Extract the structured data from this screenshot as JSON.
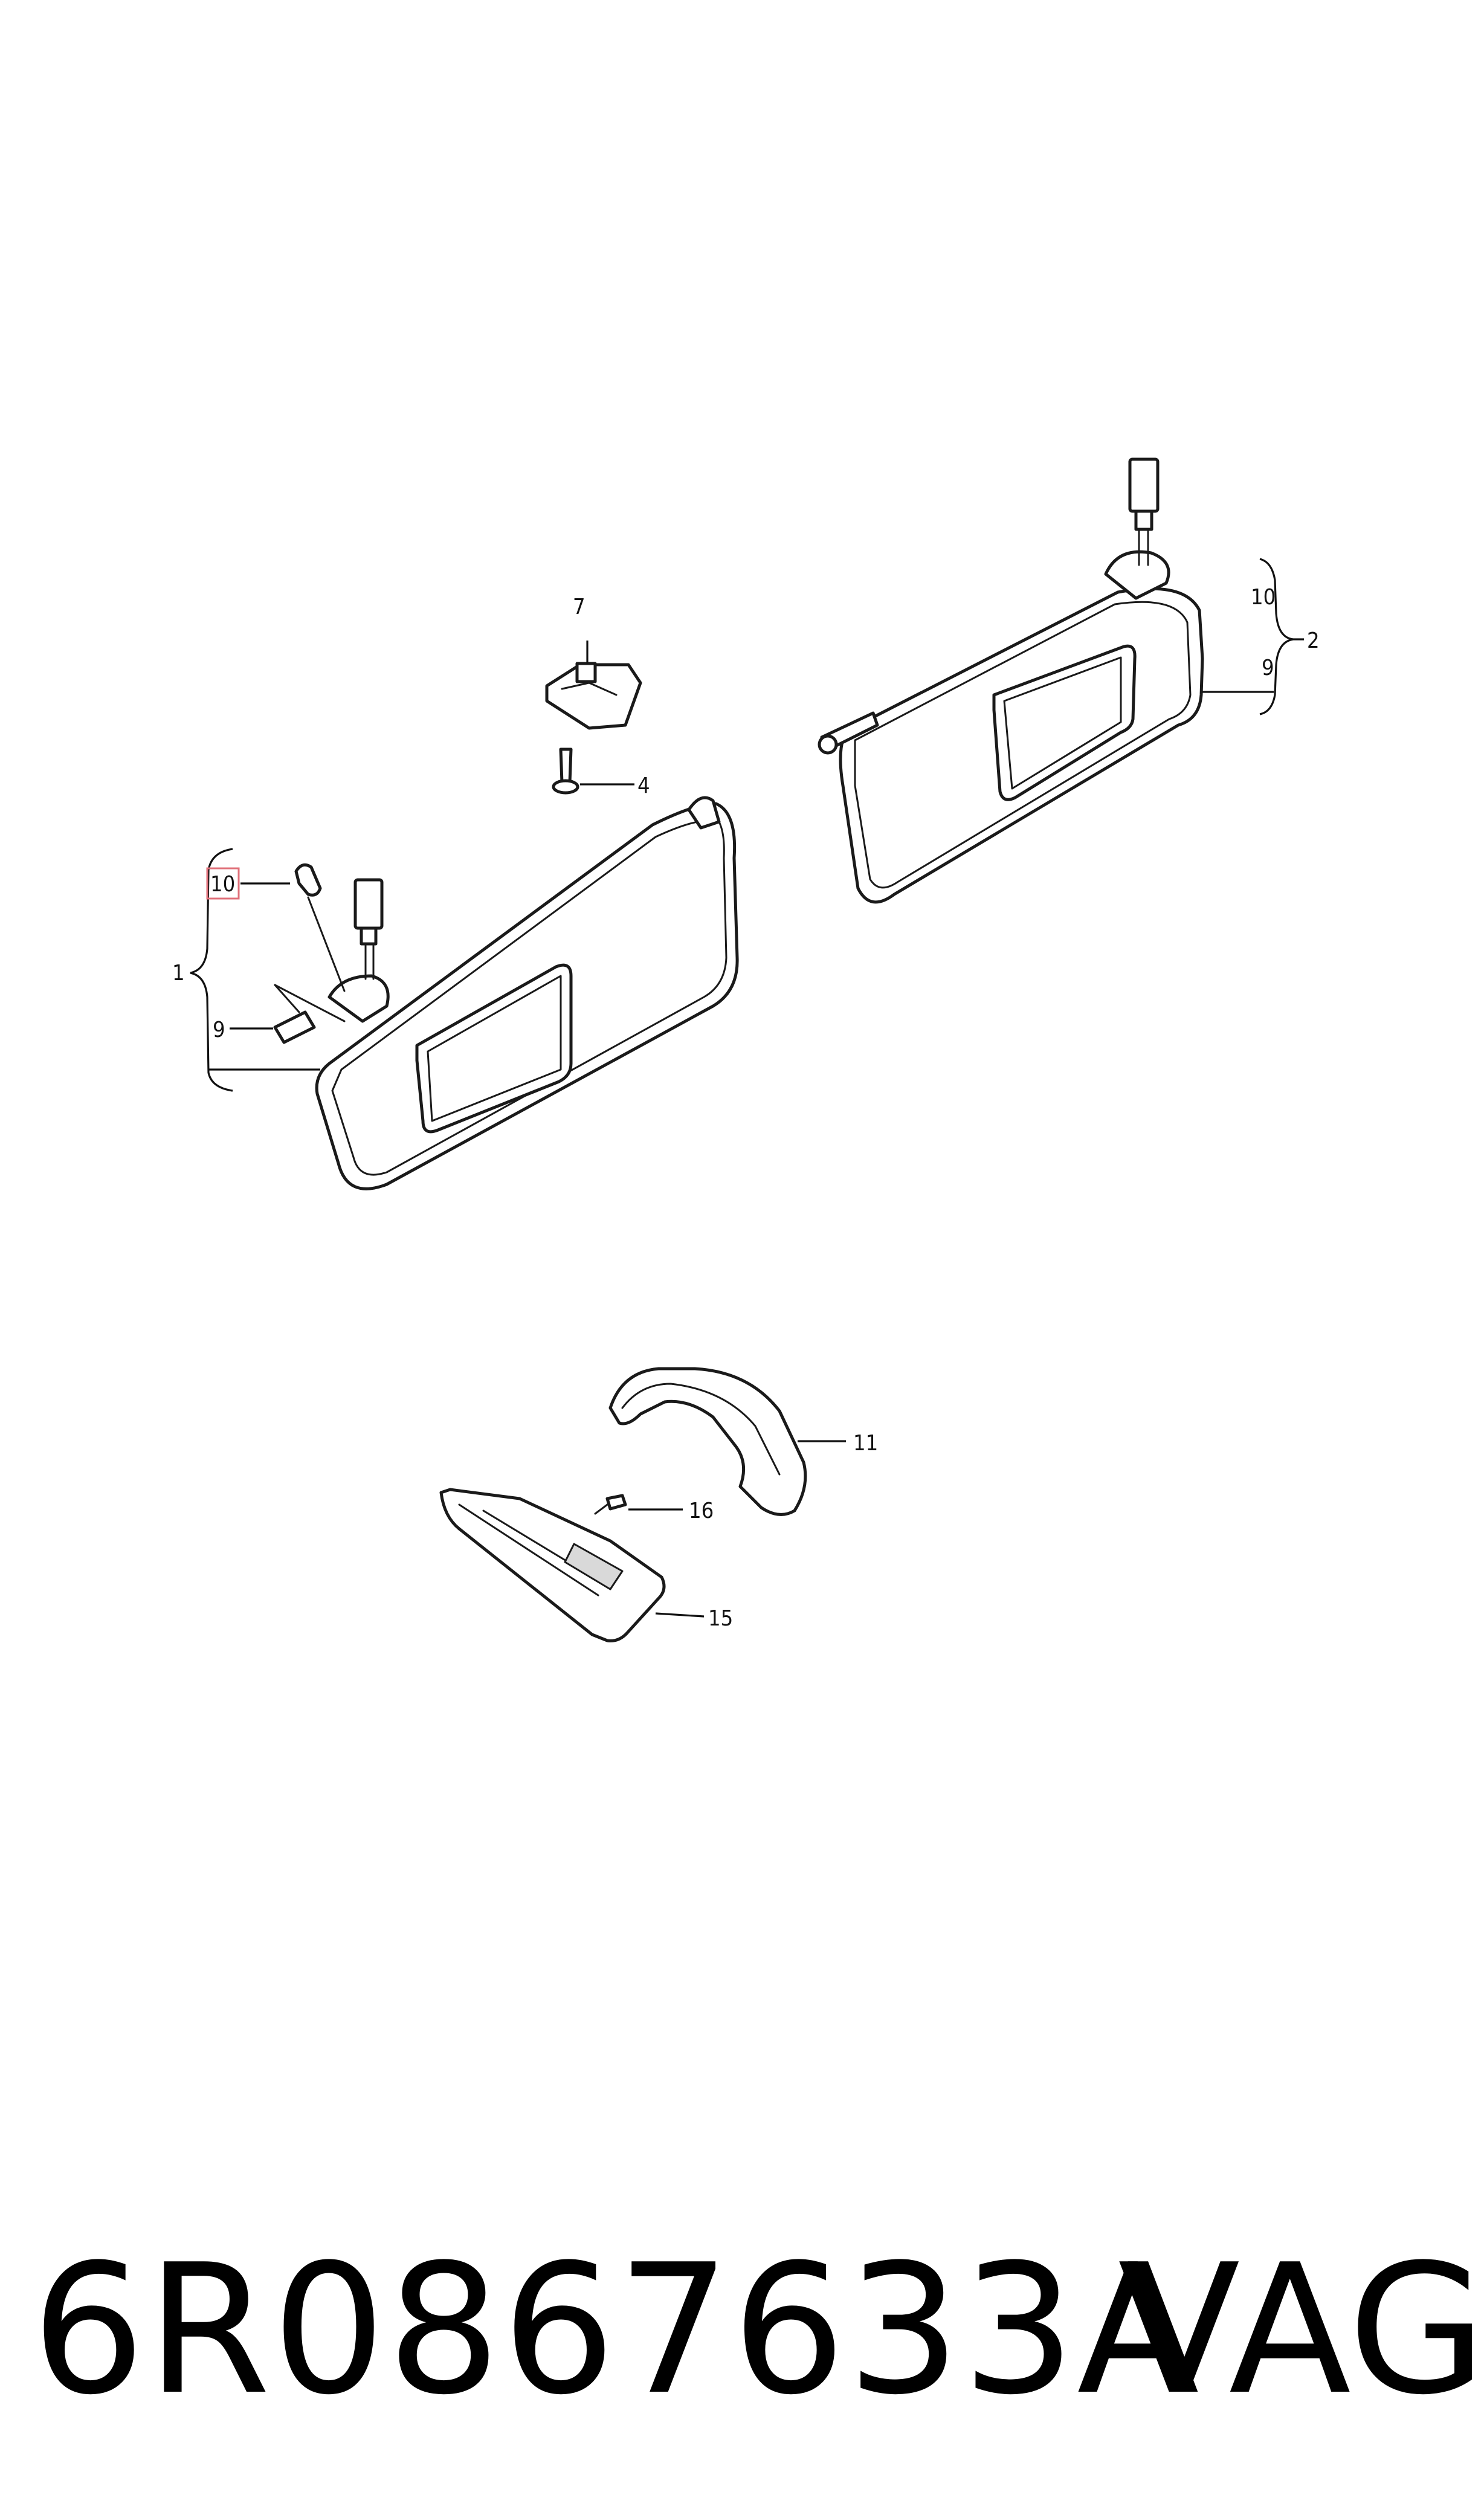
{
  "callouts": {
    "c1": "1",
    "c2": "2",
    "c4": "4",
    "c7": "7",
    "c9_left": "9",
    "c9_right": "9",
    "c10_left": "10",
    "c10_right": "10",
    "c11": "11",
    "c15": "15",
    "c16": "16"
  },
  "highlight_color": "#e0707a",
  "footer": {
    "part_number": "6R0867633A",
    "brand": "VAG"
  }
}
